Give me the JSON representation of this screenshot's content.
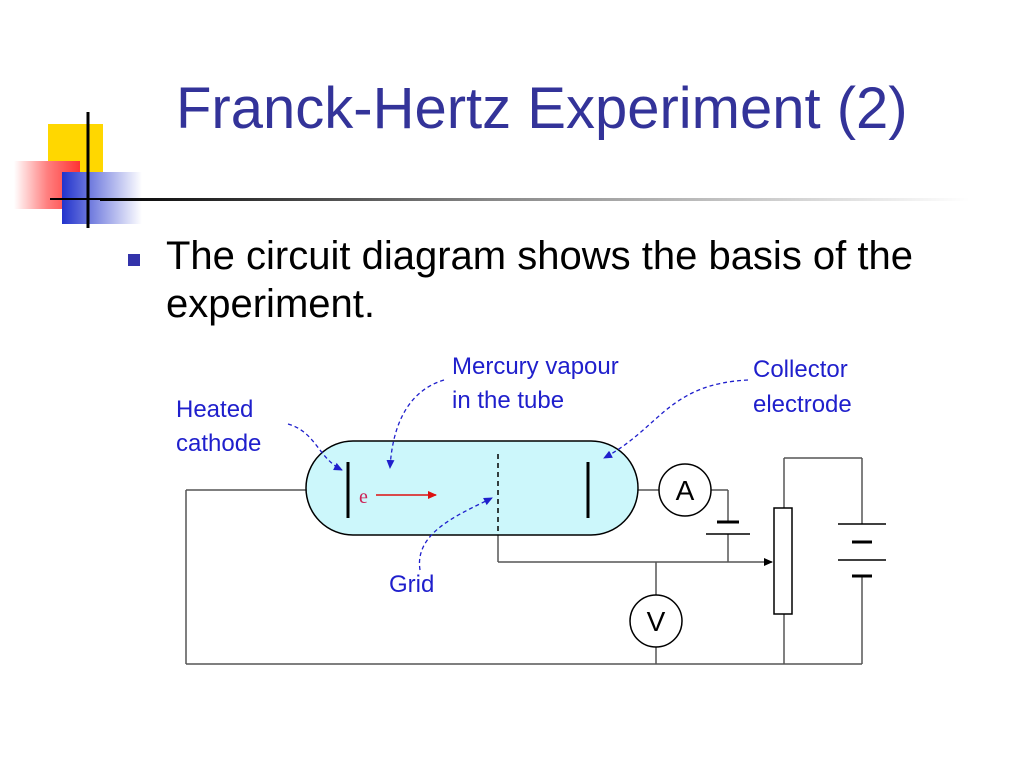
{
  "slide": {
    "title": "Franck-Hertz Experiment (2)",
    "bullet": "The circuit diagram shows the basis of the experiment."
  },
  "diagram": {
    "labels": {
      "heated_cathode_1": "Heated",
      "heated_cathode_2": "cathode",
      "mercury_vapour_1": "Mercury vapour",
      "mercury_vapour_2": "in the tube",
      "collector_1": "Collector",
      "collector_2": "electrode",
      "grid": "Grid",
      "electron": "e",
      "ammeter": "A",
      "voltmeter": "V"
    },
    "colors": {
      "tube_fill": "#ccf7fb",
      "annotation_text": "#1f1fcc",
      "electron_arrow": "#dd1111"
    }
  }
}
